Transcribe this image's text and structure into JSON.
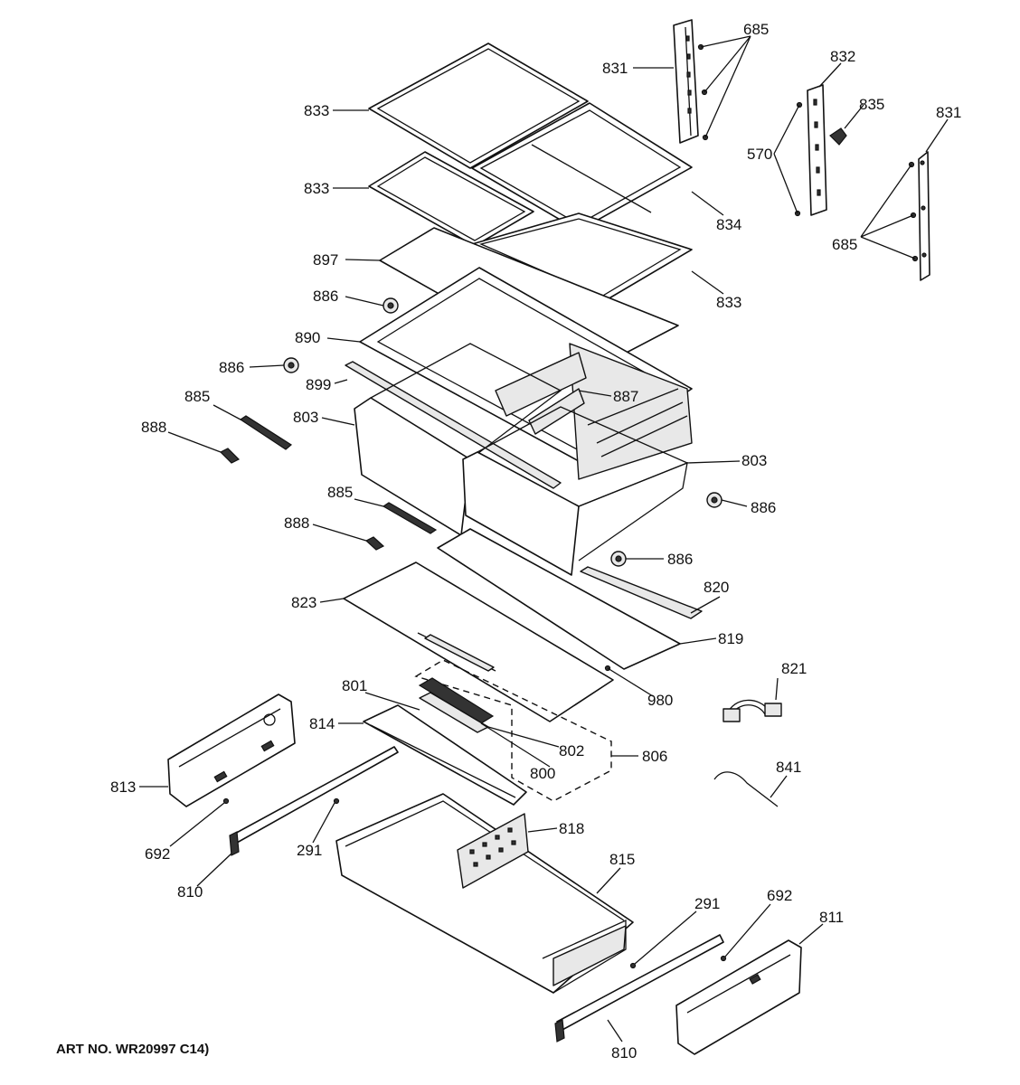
{
  "art_number": "ART NO. WR20997 C14)",
  "labels": {
    "l685a": "685",
    "l831a": "831",
    "l832": "832",
    "l835": "835",
    "l831b": "831",
    "l833a": "833",
    "l570": "570",
    "l833b": "833",
    "l834": "834",
    "l685b": "685",
    "l897": "897",
    "l833c": "833",
    "l886a": "886",
    "l890": "890",
    "l886b": "886",
    "l899": "899",
    "l887": "887",
    "l885a": "885",
    "l803a": "803",
    "l888a": "888",
    "l803b": "803",
    "l885b": "885",
    "l886c": "886",
    "l888b": "888",
    "l886d": "886",
    "l820": "820",
    "l823": "823",
    "l819": "819",
    "l821": "821",
    "l980": "980",
    "l801": "801",
    "l814": "814",
    "l802": "802",
    "l806": "806",
    "l800": "800",
    "l813": "813",
    "l841": "841",
    "l818": "818",
    "l692a": "692",
    "l291a": "291",
    "l815": "815",
    "l810a": "810",
    "l291b": "291",
    "l692b": "692",
    "l811": "811",
    "l810b": "810"
  }
}
